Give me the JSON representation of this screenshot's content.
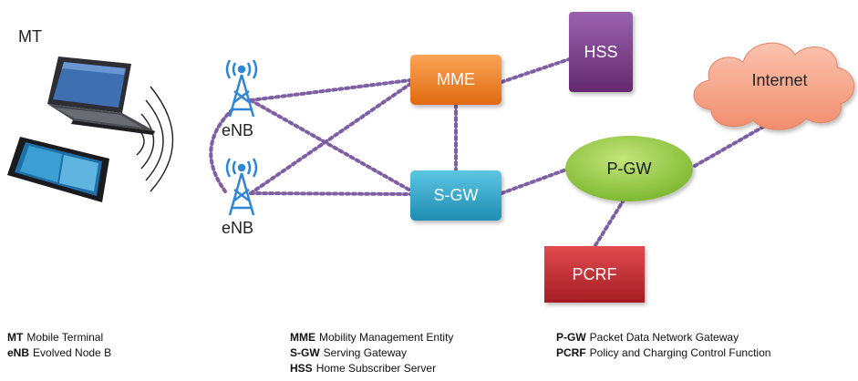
{
  "nodes": {
    "mt": "MT",
    "enb_top": "eNB",
    "enb_bottom": "eNB",
    "mme": "MME",
    "sgw": "S-GW",
    "hss": "HSS",
    "pgw": "P-GW",
    "pcrf": "PCRF",
    "internet": "Internet"
  },
  "legend": {
    "col1": [
      {
        "abbr": "MT",
        "text": "Mobile Terminal"
      },
      {
        "abbr": "eNB",
        "text": "Evolved Node B"
      }
    ],
    "col2": [
      {
        "abbr": "MME",
        "text": "Mobility Management Entity"
      },
      {
        "abbr": "S-GW",
        "text": "Serving Gateway"
      },
      {
        "abbr": "HSS",
        "text": "Home Subscriber Server"
      }
    ],
    "col3": [
      {
        "abbr": "P-GW",
        "text": "Packet Data Network Gateway"
      },
      {
        "abbr": "PCRF",
        "text": "Policy and Charging Control Function"
      }
    ]
  },
  "colors": {
    "mme": "#f07a1e",
    "sgw": "#2aa3c7",
    "hss": "#7a3c8e",
    "pgw": "#8cc63f",
    "pcrf": "#c0272d",
    "internet": "#f6a48c",
    "link": "#7e5fa3",
    "antenna": "#2f86d6"
  }
}
